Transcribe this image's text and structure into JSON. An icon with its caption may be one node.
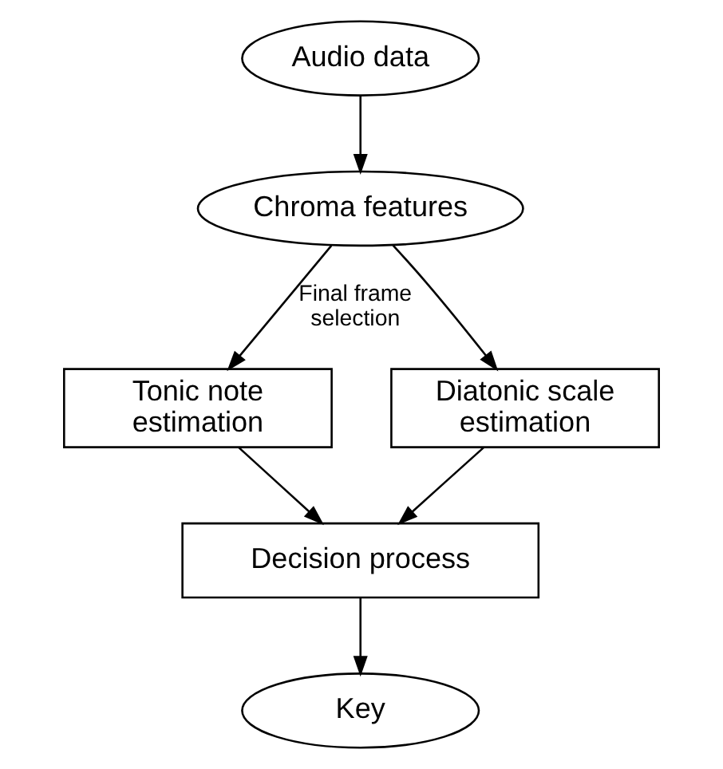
{
  "diagram": {
    "nodes": [
      {
        "text": [
          "Audio data"
        ]
      },
      {
        "text": [
          "Chroma features"
        ]
      },
      {
        "text": [
          "Tonic note estimation"
        ]
      },
      {
        "text": [
          "Diatonic scale estimation"
        ]
      },
      {
        "text": [
          "Decision process"
        ]
      },
      {
        "text": [
          "Key"
        ]
      }
    ],
    "edges": [
      {
        "from": 0,
        "to": 1,
        "arrow": "to"
      },
      {
        "from": 1,
        "to": 2,
        "arrow": "to",
        "label": "Final frame selection"
      },
      {
        "from": 1,
        "to": 3,
        "arrow": "to"
      },
      {
        "from": 2,
        "to": 4,
        "arrow": "to"
      },
      {
        "from": 3,
        "to": 4,
        "arrow": "to"
      },
      {
        "from": 4,
        "to": 5,
        "arrow": "to"
      }
    ]
  }
}
